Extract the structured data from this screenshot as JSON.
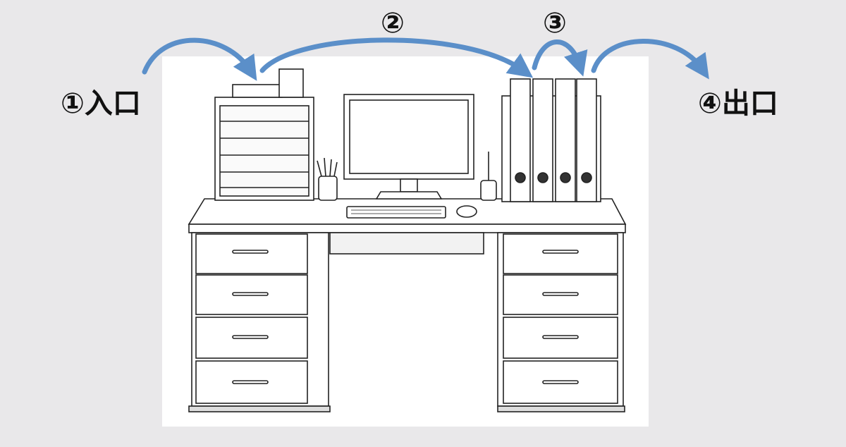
{
  "labels": {
    "entrance": "①入口",
    "exit": "④出口",
    "step2": "②",
    "step3": "③"
  },
  "colors": {
    "background": "#e9e8ea",
    "panel": "#ffffff",
    "arrow": "#5b8fc9",
    "ink": "#222222"
  },
  "icons": [
    "paper-tray-icon",
    "monitor-icon",
    "keyboard-icon",
    "mouse-icon",
    "pen-cup-icon",
    "binder-icon",
    "desk-drawer-icon"
  ]
}
